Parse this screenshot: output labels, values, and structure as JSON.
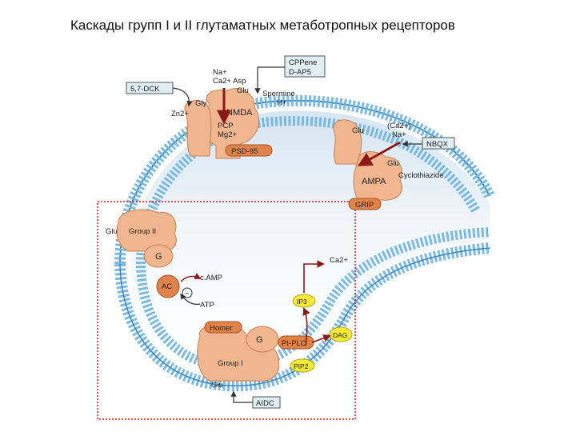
{
  "title": "Каскады групп I и II глутаматных метаботропных рецепторов",
  "colors": {
    "membrane": "#6fb2dc",
    "membrane_dark": "#3d86bd",
    "receptor": "#efb690",
    "receptor_dark": "#c98050",
    "adaptor": "#e0834a",
    "yellow": "#f5ea36",
    "arrow": "#8a1a14",
    "outline_box": "#d41c1c",
    "box_fill": "#dfeef2"
  },
  "boxes": {
    "dck": "5,7-DCK",
    "cppene_1": "CPPene",
    "cppene_2": "D-AP5",
    "nbqx": "NBQX",
    "aidc": "AIDC"
  },
  "receptors": {
    "nmda": "NMDA",
    "ampa": "AMPA",
    "group2": "Group II",
    "group1": "Group I",
    "g_protein_2": "G",
    "g_protein_1": "G"
  },
  "adaptors": {
    "psd95": "PSD-95",
    "grip": "GRIP",
    "homer": "Homer",
    "ac": "AC",
    "pi_plc": "PI-PLC"
  },
  "messengers": {
    "ip3": "IP3",
    "dag": "DAG",
    "pip2": "PIP2"
  },
  "labels": {
    "na_ca_1": "Na+",
    "na_ca_2": "Ca2+ Asp",
    "glu_nmda": "Glu",
    "spermine": "Spermine",
    "h_plus": "H+",
    "zn": "Zn2+",
    "gly": "Gly",
    "pcp": "PCP",
    "mg": "Mg2+",
    "glu_ampa_ion": "Glu",
    "ca_na_1": "(Ca2+)",
    "ca_na_2": "Na+",
    "glu_ampa": "Glu",
    "cyclothiazide": "Cyclothiazide",
    "glu_group2": "Glu",
    "camp": "c.AMP",
    "minus": "−",
    "atp": "ATP",
    "ca_out": "Ca2+",
    "glu_group1": "Glu"
  }
}
